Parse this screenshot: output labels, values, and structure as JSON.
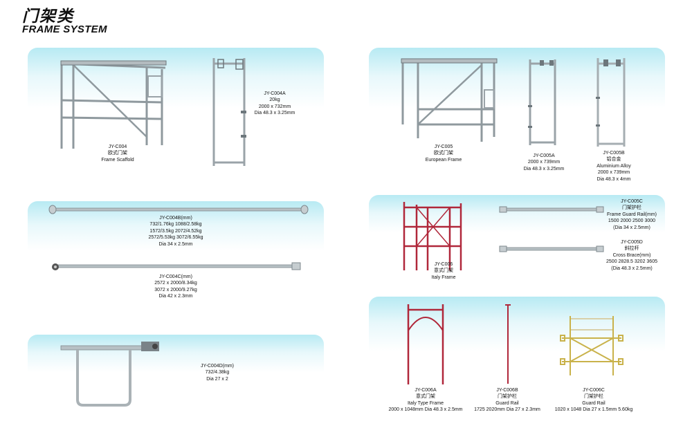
{
  "header": {
    "title_cn": "门架类",
    "title_en": "FRAME SYSTEM"
  },
  "products": {
    "c004": {
      "code": "JY-C004",
      "name_cn": "欧式门架",
      "name_en": "Frame Scaffold"
    },
    "c004a": {
      "code": "JY-C004A",
      "weight": "20kg",
      "size": "2000 x 732mm",
      "dia": "Dia 48.3 x 3.25mm"
    },
    "c004b": {
      "code": "JY-C004B(mm)",
      "row1": "732/1.76kg  1088/2.58kg",
      "row2": "1572/3.5kg  2072/4.52kg",
      "row3": "2572/5.53kg  3072/6.55kg",
      "dia": "Dia 34 x 2.5mm"
    },
    "c004c": {
      "code": "JY-C004C(mm)",
      "row1": "2572 x 2000/8.34kg",
      "row2": "3072 x 2000/9.27kg",
      "dia": "Dia 42 x 2.3mm"
    },
    "c004d": {
      "code": "JY-C004D(mm)",
      "row1": "732/4.38kg",
      "dia": "Dia 27 x 2"
    },
    "c005": {
      "code": "JY-C005",
      "name_cn": "欧式门架",
      "name_en": "European Frame"
    },
    "c005a": {
      "code": "JY-C005A",
      "size": "2000 x 739mm",
      "dia": "Dia 48.3 x 3.25mm"
    },
    "c005b": {
      "code": "JY-C005B",
      "name_cn": "铝合金",
      "name_en": "Aluminium Alloy",
      "size": "2000 x 739mm",
      "dia": "Dia 48.3 x 4mm"
    },
    "c006": {
      "code": "JY-C006",
      "name_cn": "意式门架",
      "name_en": "Italy Frame"
    },
    "c005c": {
      "code": "JY-C005C",
      "name_cn": "门架护栏",
      "name_en": "Frame Guard Rail(mm)",
      "sizes": "1500  2000  2500  3000",
      "dia": "(Dia 34 x 2.5mm)"
    },
    "c005d": {
      "code": "JY-C005D",
      "name_cn": "斜拉杆",
      "name_en": "Cross Brace(mm)",
      "sizes": "2500  2828.5  3202  3605",
      "dia": "(Dia 48.3 x 2.5mm)"
    },
    "c006a": {
      "code": "JY-C006A",
      "name_cn": "意式门架",
      "name_en": "Italy Type Frame",
      "spec": "2000 x 1048mm  Dia 48.3 x 2.5mm"
    },
    "c006b": {
      "code": "JY-C006B",
      "name_cn": "门架护栏",
      "name_en": "Guard Rail",
      "spec": "1725  2020mm  Dia 27 x 2.3mm"
    },
    "c006c": {
      "code": "JY-C006C",
      "name_cn": "门架护栏",
      "name_en": "Guard Rail",
      "spec": "1020 x 1048 Dia 27 x 1.5mm  5.60kg"
    }
  },
  "colors": {
    "steel": "#9aa3a8",
    "steel_dark": "#6d777c",
    "red": "#b0273a",
    "gold": "#c9b24a",
    "panel_top": "#b7eaf3"
  }
}
